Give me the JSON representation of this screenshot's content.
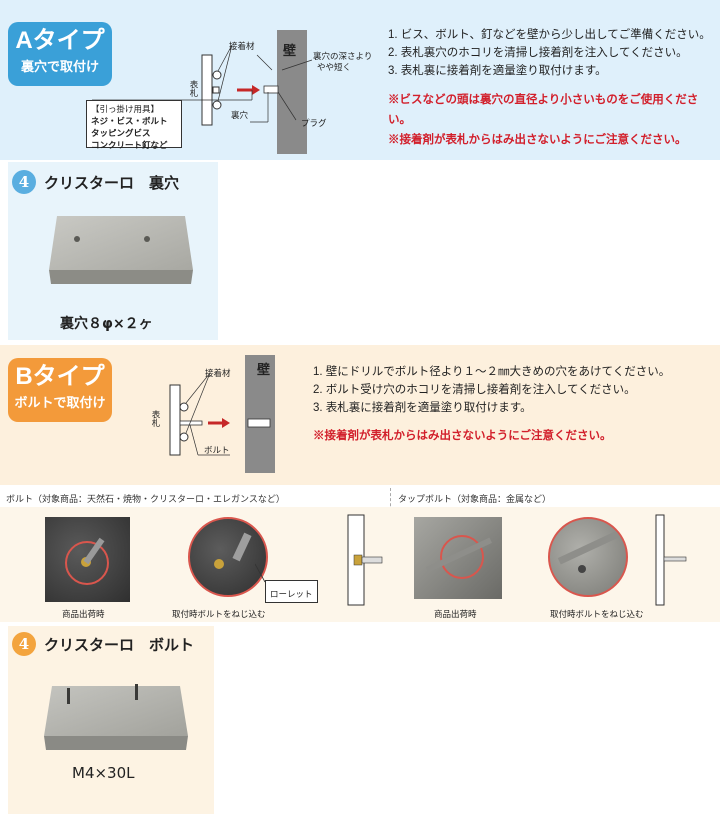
{
  "type_a": {
    "title": "Aタイプ",
    "subtitle": "裏穴で取付け",
    "instructions": [
      "1. ビス、ボルト、釘などを壁から少し出してご準備ください。",
      "2. 表札裏穴のホコリを清掃し接着剤を注入してください。",
      "3. 表札裏に接着剤を適量塗り取付けます。"
    ],
    "warnings": [
      "※ビスなどの頭は裏穴の直径より小さいものをご使用ください。",
      "※接着剤が表札からはみ出さないようにご注意ください。"
    ],
    "diagram": {
      "adhesive_label": "接着材",
      "wall_label": "壁",
      "plate_label": "表札",
      "hole_label": "裏穴",
      "depth_note_1": "裏穴の深さより",
      "depth_note_2": "やや短く",
      "plug_label": "プラグ",
      "hanger_title": "【引っ掛け用具】",
      "hanger_items": [
        "ネジ・ビス・ボルト",
        "タッピングビス",
        "コンクリート釘など"
      ]
    }
  },
  "card_a": {
    "number": "4",
    "title": "クリスターロ　裏穴",
    "caption": "裏穴８φ×２ヶ"
  },
  "type_b": {
    "title": "Bタイプ",
    "subtitle": "ボルトで取付け",
    "instructions": [
      "1. 壁にドリルでボルト径より１～２㎜大きめの穴をあけてください。",
      "2. ボルト受け穴のホコリを清掃し接着剤を注入してください。",
      "3. 表札裏に接着剤を適量塗り取付けます。"
    ],
    "warnings": [
      "※接着剤が表札からはみ出さないようにご注意ください。"
    ],
    "diagram": {
      "adhesive_label": "接着材",
      "wall_label": "壁",
      "plate_label": "表札",
      "bolt_label": "ボルト"
    }
  },
  "bolt_section": {
    "left_title": "ボルト（対象商品：天然石・焼物・クリスターロ・エレガンスなど）",
    "right_title": "タップボルト（対象商品：金属など）",
    "caption_shipping": "商品出荷時",
    "caption_install": "取付時ボルトをねじ込む",
    "knurl_label": "ローレット",
    "caption_shipping_2": "商品出荷時",
    "caption_install_2": "取付時ボルトをねじ込む"
  },
  "card_b": {
    "number": "4",
    "title": "クリスターロ　ボルト",
    "caption": "M4×30L"
  },
  "colors": {
    "accent_blue": "#3aa0d8",
    "accent_orange": "#f39a3a",
    "warning_red": "#d21f2b"
  }
}
